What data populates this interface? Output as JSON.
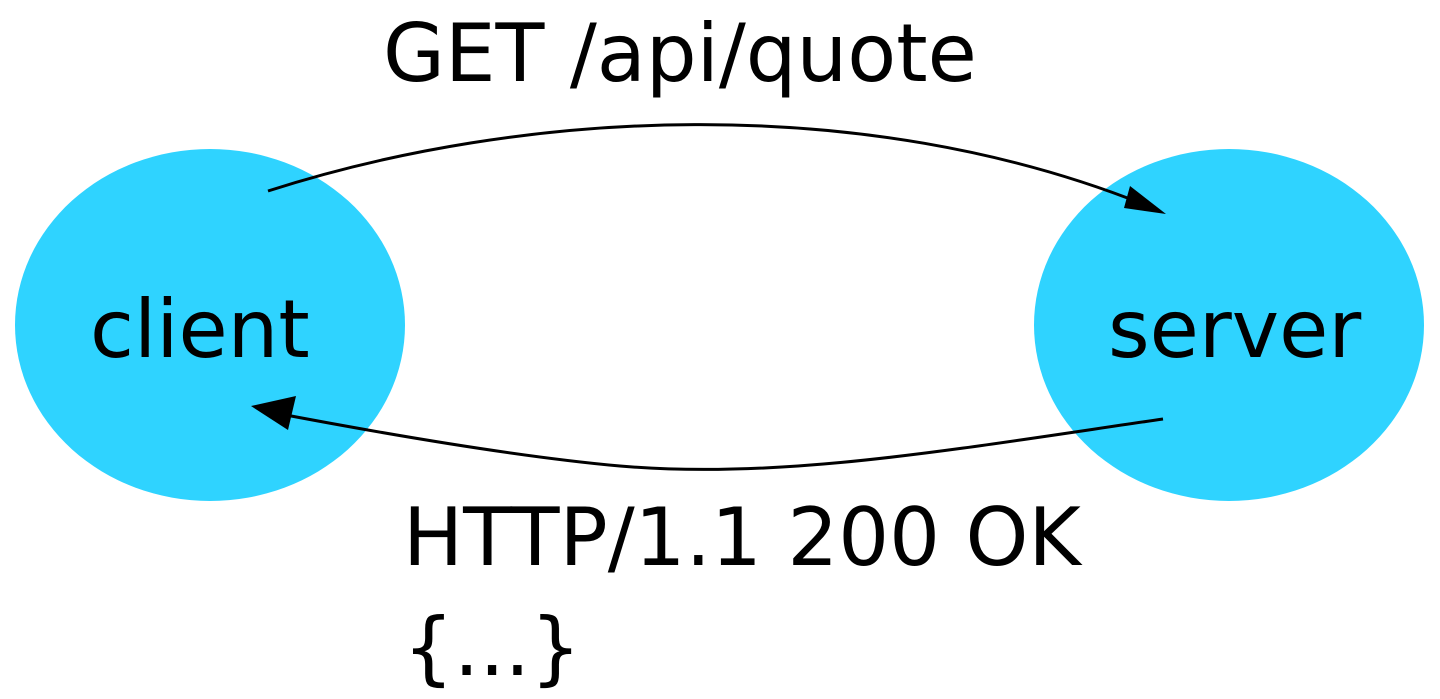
{
  "nodes": {
    "client": {
      "label": "client"
    },
    "server": {
      "label": "server"
    }
  },
  "edges": {
    "request": {
      "label": "GET /api/quote"
    },
    "response": {
      "status_line": "HTTP/1.1 200 OK",
      "body": "{...}"
    }
  },
  "colors": {
    "node_fill": "#2fd3ff",
    "line": "#000000",
    "background": "#ffffff"
  }
}
